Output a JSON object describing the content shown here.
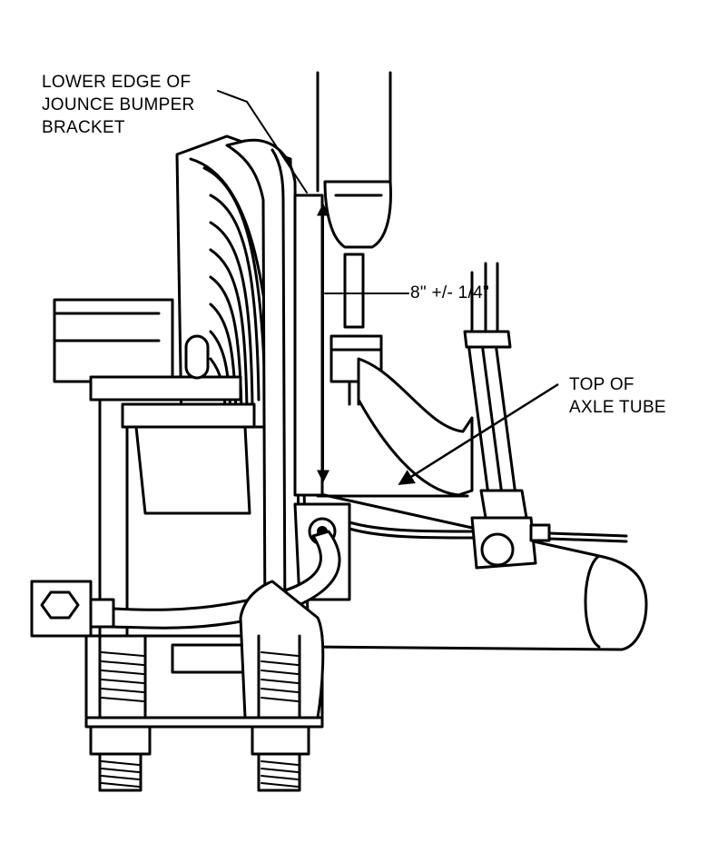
{
  "labels": {
    "bumper_line1": "LOWER EDGE OF",
    "bumper_line2": "JOUNCE BUMPER",
    "bumper_line3": "BRACKET",
    "dimension": "8\" +/- 1/4\"",
    "axle_line1": "TOP OF",
    "axle_line2": "AXLE TUBE"
  },
  "colors": {
    "ink": "#000000",
    "paper": "#ffffff"
  }
}
